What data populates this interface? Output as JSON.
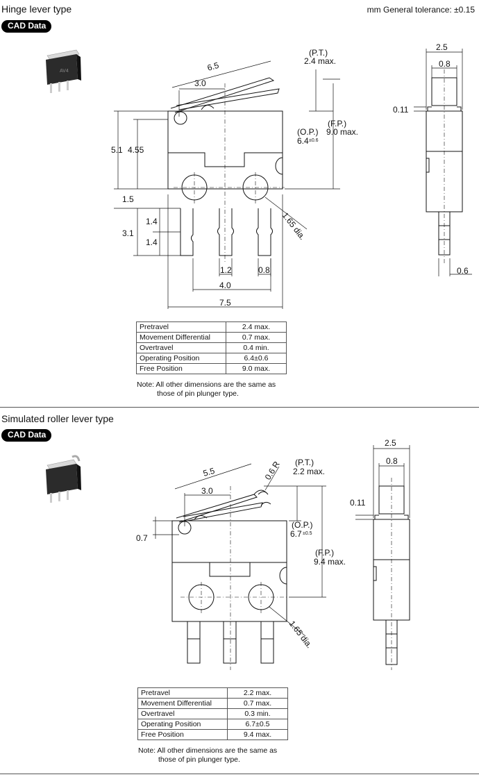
{
  "tolerance_text": "mm General tolerance: ±0.15",
  "sections": [
    {
      "title": "Hinge lever type",
      "cad_label": "CAD Data",
      "dims": {
        "pt_label": "(P.T.)",
        "pt_value": "2.4 max.",
        "fp_label": "(F.P.)",
        "fp_value": "9.0 max.",
        "op_label": "(O.P.)",
        "op_value": "6.4",
        "op_tol": "±0.6",
        "lever_len": "6.5",
        "hinge_pos": "3.0",
        "h1": "5.1",
        "h2": "4.55",
        "h3": "1.5",
        "h4": "3.1",
        "h5": "1.4",
        "h6": "1.4",
        "hole_dia": "1.65 dia.",
        "pin_w": "1.2",
        "pin_t": "0.8",
        "pitch": "4.0",
        "body_w": "7.5",
        "side_w": "2.5",
        "side_plunger": "0.8",
        "side_gap": "0.11",
        "side_pin": "0.6"
      },
      "table": [
        {
          "label": "Pretravel",
          "value": "2.4 max."
        },
        {
          "label": "Movement Differential",
          "value": "0.7 max."
        },
        {
          "label": "Overtravel",
          "value": "0.4 min."
        },
        {
          "label": "Operating Position",
          "value": "6.4±0.6"
        },
        {
          "label": "Free Position",
          "value": "9.0 max."
        }
      ],
      "note_line1": "Note: All other dimensions are the same as",
      "note_line2": "those of pin plunger type."
    },
    {
      "title": "Simulated roller lever type",
      "cad_label": "CAD Data",
      "dims": {
        "pt_label": "(P.T.)",
        "pt_value": "2.2 max.",
        "fp_label": "(F.P.)",
        "fp_value": "9.4 max.",
        "op_label": "(O.P.)",
        "op_value": "6.7",
        "op_tol": "±0.5",
        "lever_len": "5.5",
        "radius": "0.6 R",
        "hinge_pos": "3.0",
        "h1": "0.7",
        "hole_dia": "1.65 dia.",
        "side_w": "2.5",
        "side_plunger": "0.8",
        "side_gap": "0.11"
      },
      "table": [
        {
          "label": "Pretravel",
          "value": "2.2 max."
        },
        {
          "label": "Movement Differential",
          "value": "0.7 max."
        },
        {
          "label": "Overtravel",
          "value": "0.3 min."
        },
        {
          "label": "Operating Position",
          "value": "6.7±0.5"
        },
        {
          "label": "Free Position",
          "value": "9.4 max."
        }
      ],
      "note_line1": "Note: All other dimensions are the same as",
      "note_line2": "those of pin plunger type."
    }
  ]
}
